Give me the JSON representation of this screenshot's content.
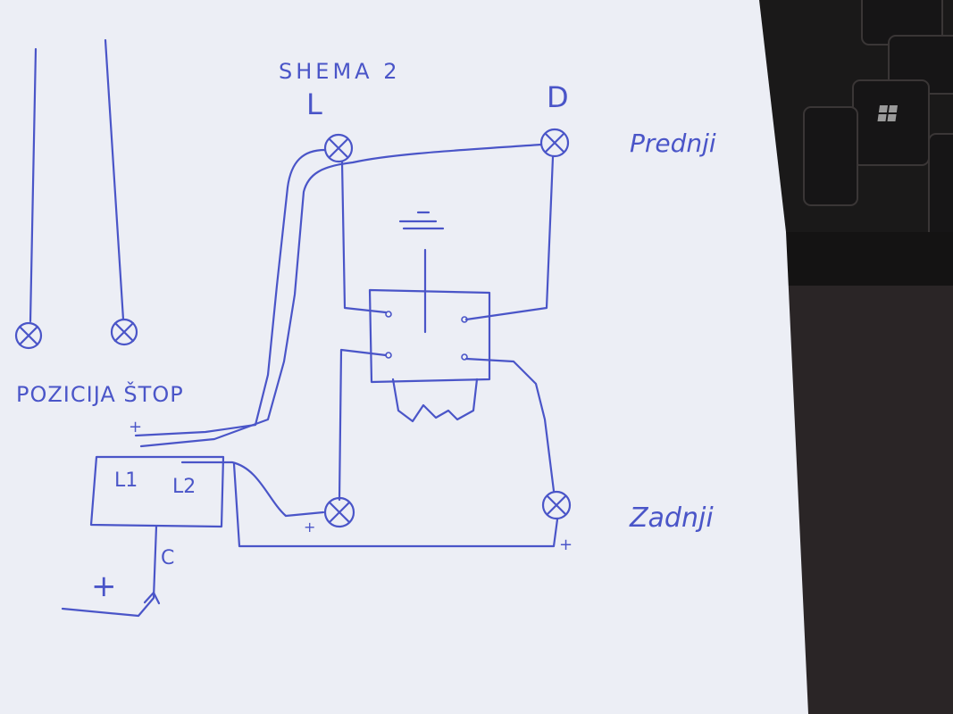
{
  "title": "SHEMA 2",
  "labels": {
    "left": "L",
    "right": "D",
    "front": "Prednji",
    "rear": "Zadnji",
    "position_stop": "POZICIJA ŠTOP",
    "l1": "L1",
    "l2": "L2",
    "c": "C",
    "plus": "+",
    "switch_symbol": "⊥"
  },
  "colors": {
    "ink": "#4a55c8",
    "paper": "#eceef5",
    "background": "#2a2526"
  },
  "icons": [
    "lamp-icon",
    "keyboard-windows-key"
  ]
}
